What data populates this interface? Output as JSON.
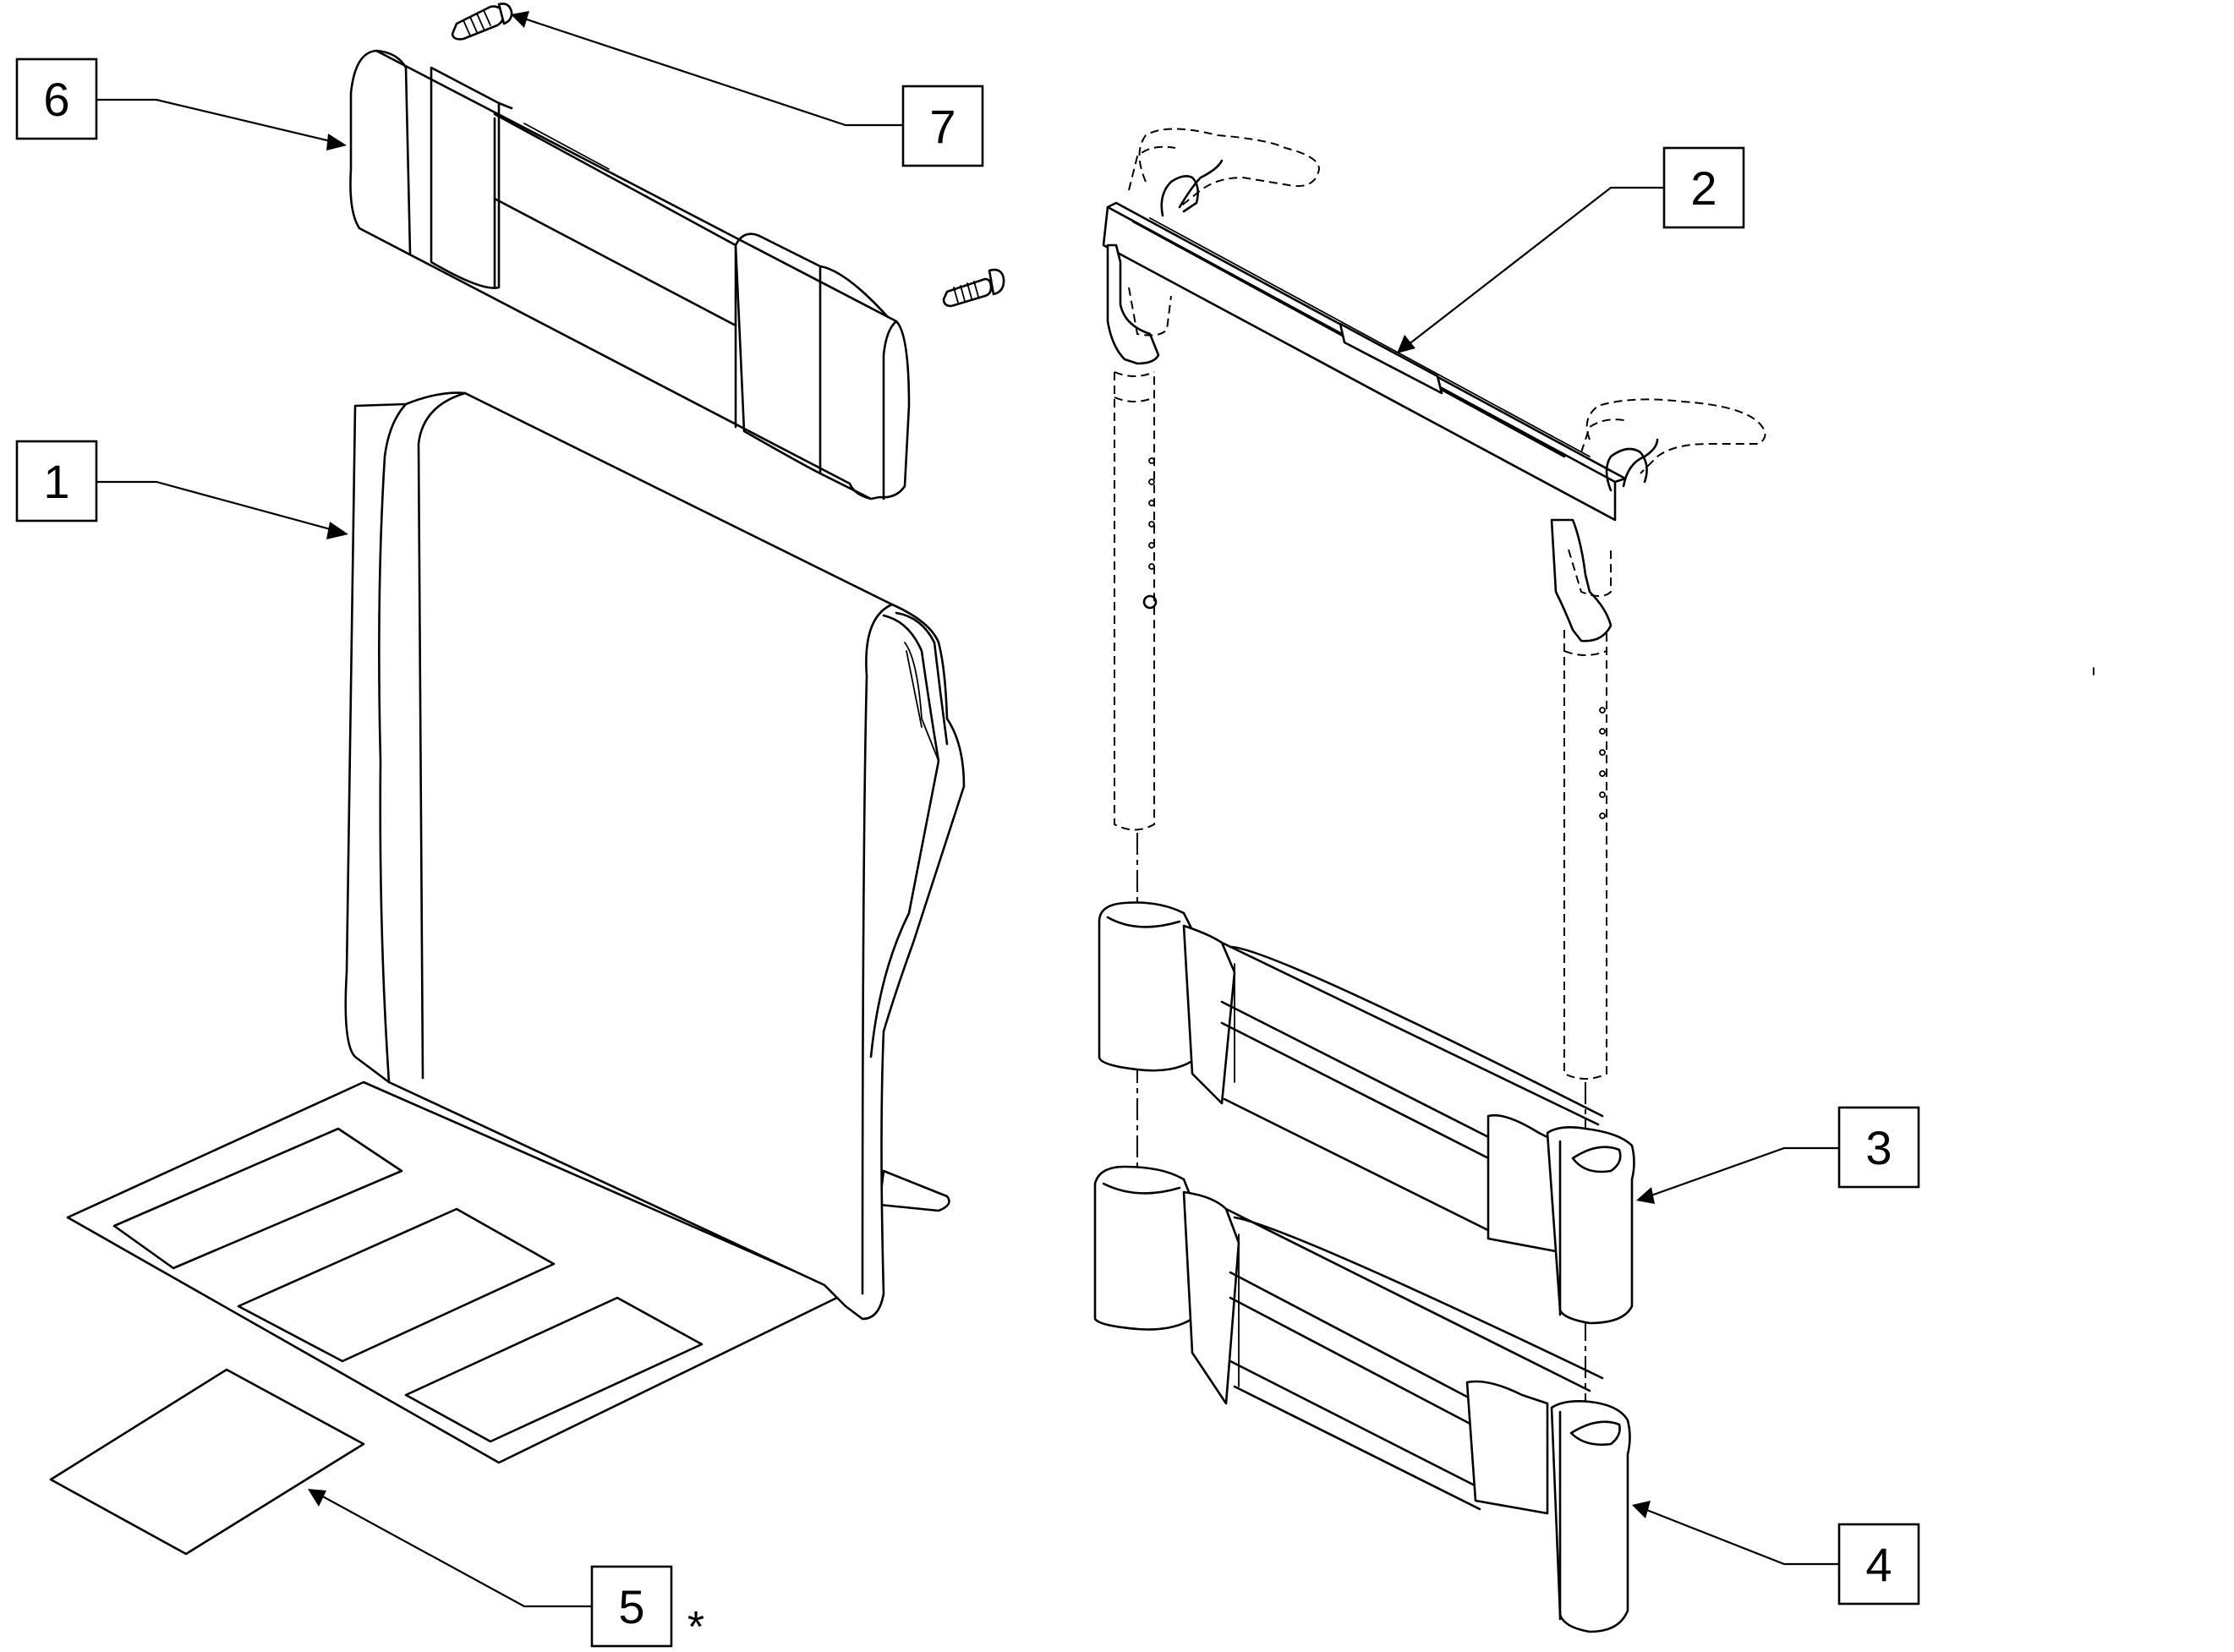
{
  "callouts": [
    {
      "id": "c1",
      "label": "1"
    },
    {
      "id": "c2",
      "label": "2"
    },
    {
      "id": "c3",
      "label": "3"
    },
    {
      "id": "c4",
      "label": "4"
    },
    {
      "id": "c5",
      "label": "5"
    },
    {
      "id": "c6",
      "label": "6"
    },
    {
      "id": "c7",
      "label": "7"
    }
  ],
  "note_mark": "*",
  "parts": {
    "part_1": "seat-and-back-upholstery",
    "part_2": "push-handle-crossbar",
    "part_3": "upper-back-strap",
    "part_4": "lower-back-strap",
    "part_5": "seat-insert-pad",
    "part_6": "headrest-pad",
    "part_7": "mounting-screw"
  }
}
